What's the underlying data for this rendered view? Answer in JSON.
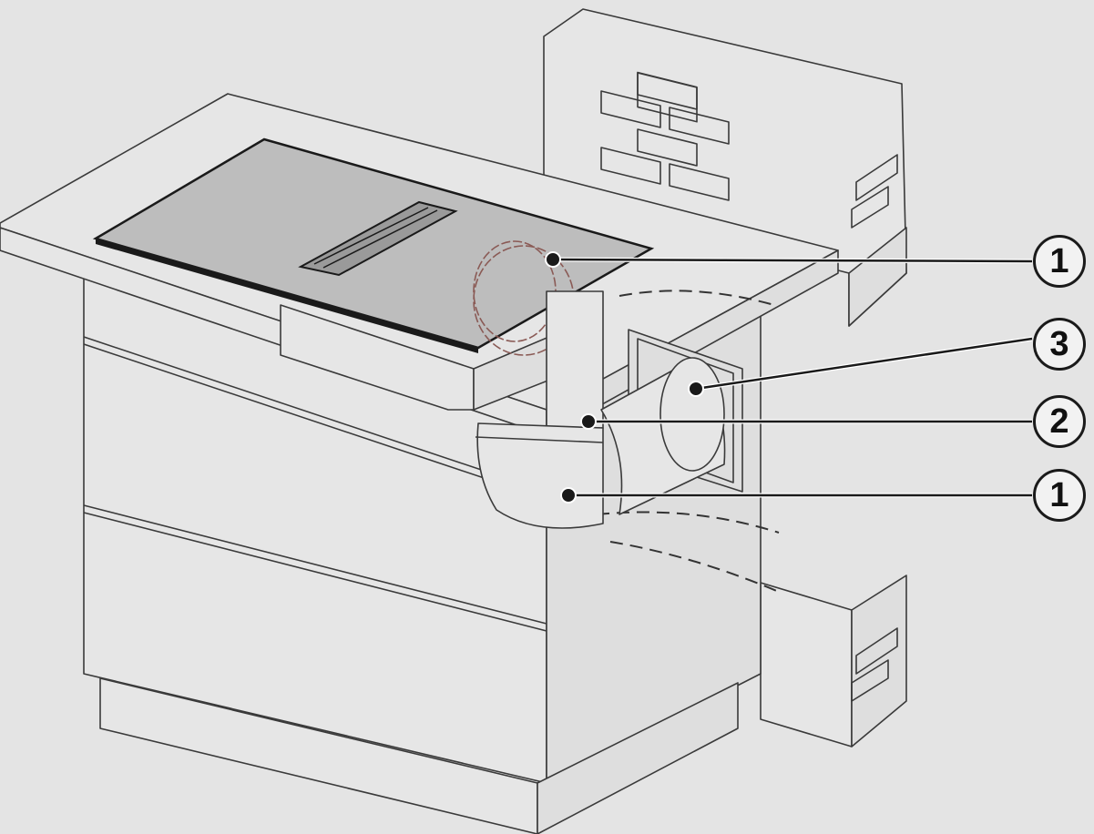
{
  "diagram": {
    "callouts": [
      {
        "label": "1",
        "part": "upper-elbow"
      },
      {
        "label": "3",
        "part": "wall-sleeve"
      },
      {
        "label": "2",
        "part": "vertical-duct"
      },
      {
        "label": "1",
        "part": "lower-elbow"
      }
    ],
    "colors": {
      "background": "#e4e4e4",
      "hob": "#bdbdbd",
      "line": "#1a1a1a"
    }
  }
}
